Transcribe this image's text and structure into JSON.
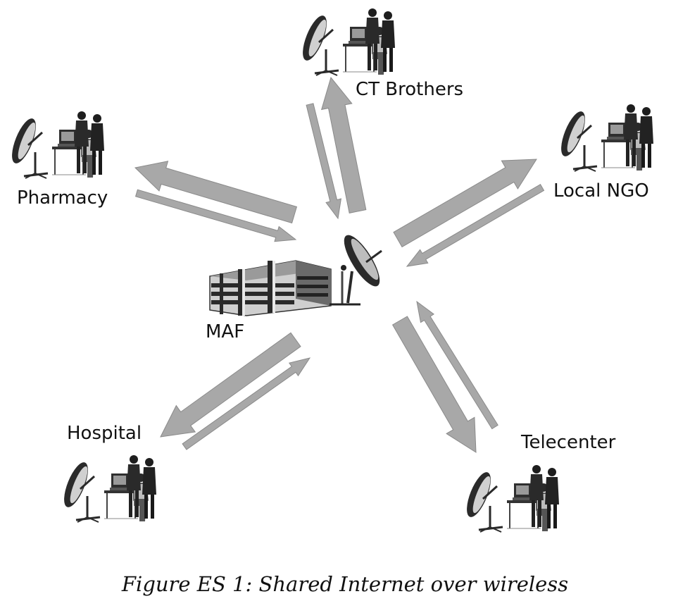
{
  "nodes": {
    "center": {
      "label": "MAF"
    },
    "ct_brothers": {
      "label": "CT Brothers"
    },
    "pharmacy": {
      "label": "Pharmacy"
    },
    "local_ngo": {
      "label": "Local NGO"
    },
    "hospital": {
      "label": "Hospital"
    },
    "telecenter": {
      "label": "Telecenter"
    }
  },
  "caption": "Figure ES 1: Shared Internet over wireless",
  "colors": {
    "arrow_fill": "#a8a8a8",
    "arrow_stroke": "#8a8a8a",
    "clipart_dark": "#2a2a2a",
    "clipart_mid": "#7a7a7a",
    "clipart_light": "#cfcfcf"
  },
  "icons": {
    "station": "satellite-workstation-icon",
    "building": "office-building-icon",
    "hub_dish": "satellite-dish-icon"
  }
}
